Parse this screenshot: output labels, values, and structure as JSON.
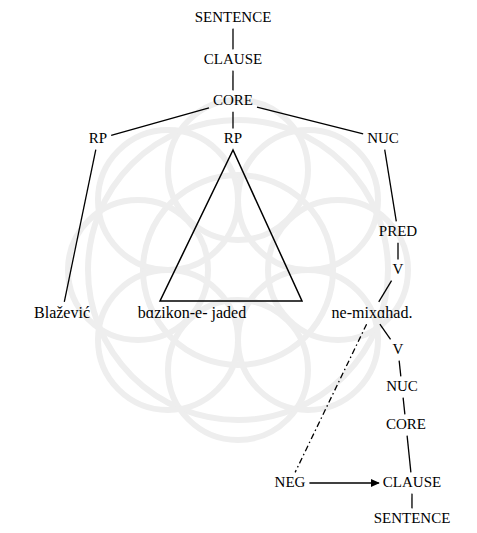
{
  "diagram": {
    "nodes": [
      {
        "text": [
          "SENTENCE"
        ]
      },
      {
        "text": [
          "CLAUSE"
        ]
      },
      {
        "text": [
          "CORE"
        ]
      },
      {
        "text": [
          "RP"
        ]
      },
      {
        "text": [
          "RP"
        ]
      },
      {
        "text": [
          "NUC"
        ]
      },
      {
        "text": [
          "PRED"
        ]
      },
      {
        "text": [
          "V"
        ]
      },
      {
        "text": [
          "Blažević"
        ]
      },
      {
        "text": [
          "bɑzikon-e- jaded"
        ]
      },
      {
        "text": [
          "ne-mixɑhad."
        ]
      },
      {
        "text": [
          "V"
        ]
      },
      {
        "text": [
          "NUC"
        ]
      },
      {
        "text": [
          "CORE"
        ]
      },
      {
        "text": [
          "NEG"
        ]
      },
      {
        "text": [
          "CLAUSE"
        ]
      },
      {
        "text": [
          "SENTENCE"
        ]
      }
    ],
    "edges": [
      {
        "from": 0,
        "to": 1,
        "arrow": "none"
      },
      {
        "from": 1,
        "to": 2,
        "arrow": "none"
      },
      {
        "from": 2,
        "to": 3,
        "arrow": "none"
      },
      {
        "from": 2,
        "to": 4,
        "arrow": "none"
      },
      {
        "from": 2,
        "to": 5,
        "arrow": "none"
      },
      {
        "from": 3,
        "to": 8,
        "arrow": "none"
      },
      {
        "from": 5,
        "to": 6,
        "arrow": "none"
      },
      {
        "from": 6,
        "to": 7,
        "arrow": "none"
      },
      {
        "from": 7,
        "to": 10,
        "arrow": "none"
      },
      {
        "from": 10,
        "to": 11,
        "arrow": "none"
      },
      {
        "from": 11,
        "to": 12,
        "arrow": "none"
      },
      {
        "from": 12,
        "to": 13,
        "arrow": "none"
      },
      {
        "from": 13,
        "to": 15,
        "arrow": "none"
      },
      {
        "from": 15,
        "to": 16,
        "arrow": "none"
      },
      {
        "from": 14,
        "to": 15,
        "arrow": "to"
      },
      {
        "from": 10,
        "to": 14,
        "arrow": "none"
      }
    ]
  }
}
